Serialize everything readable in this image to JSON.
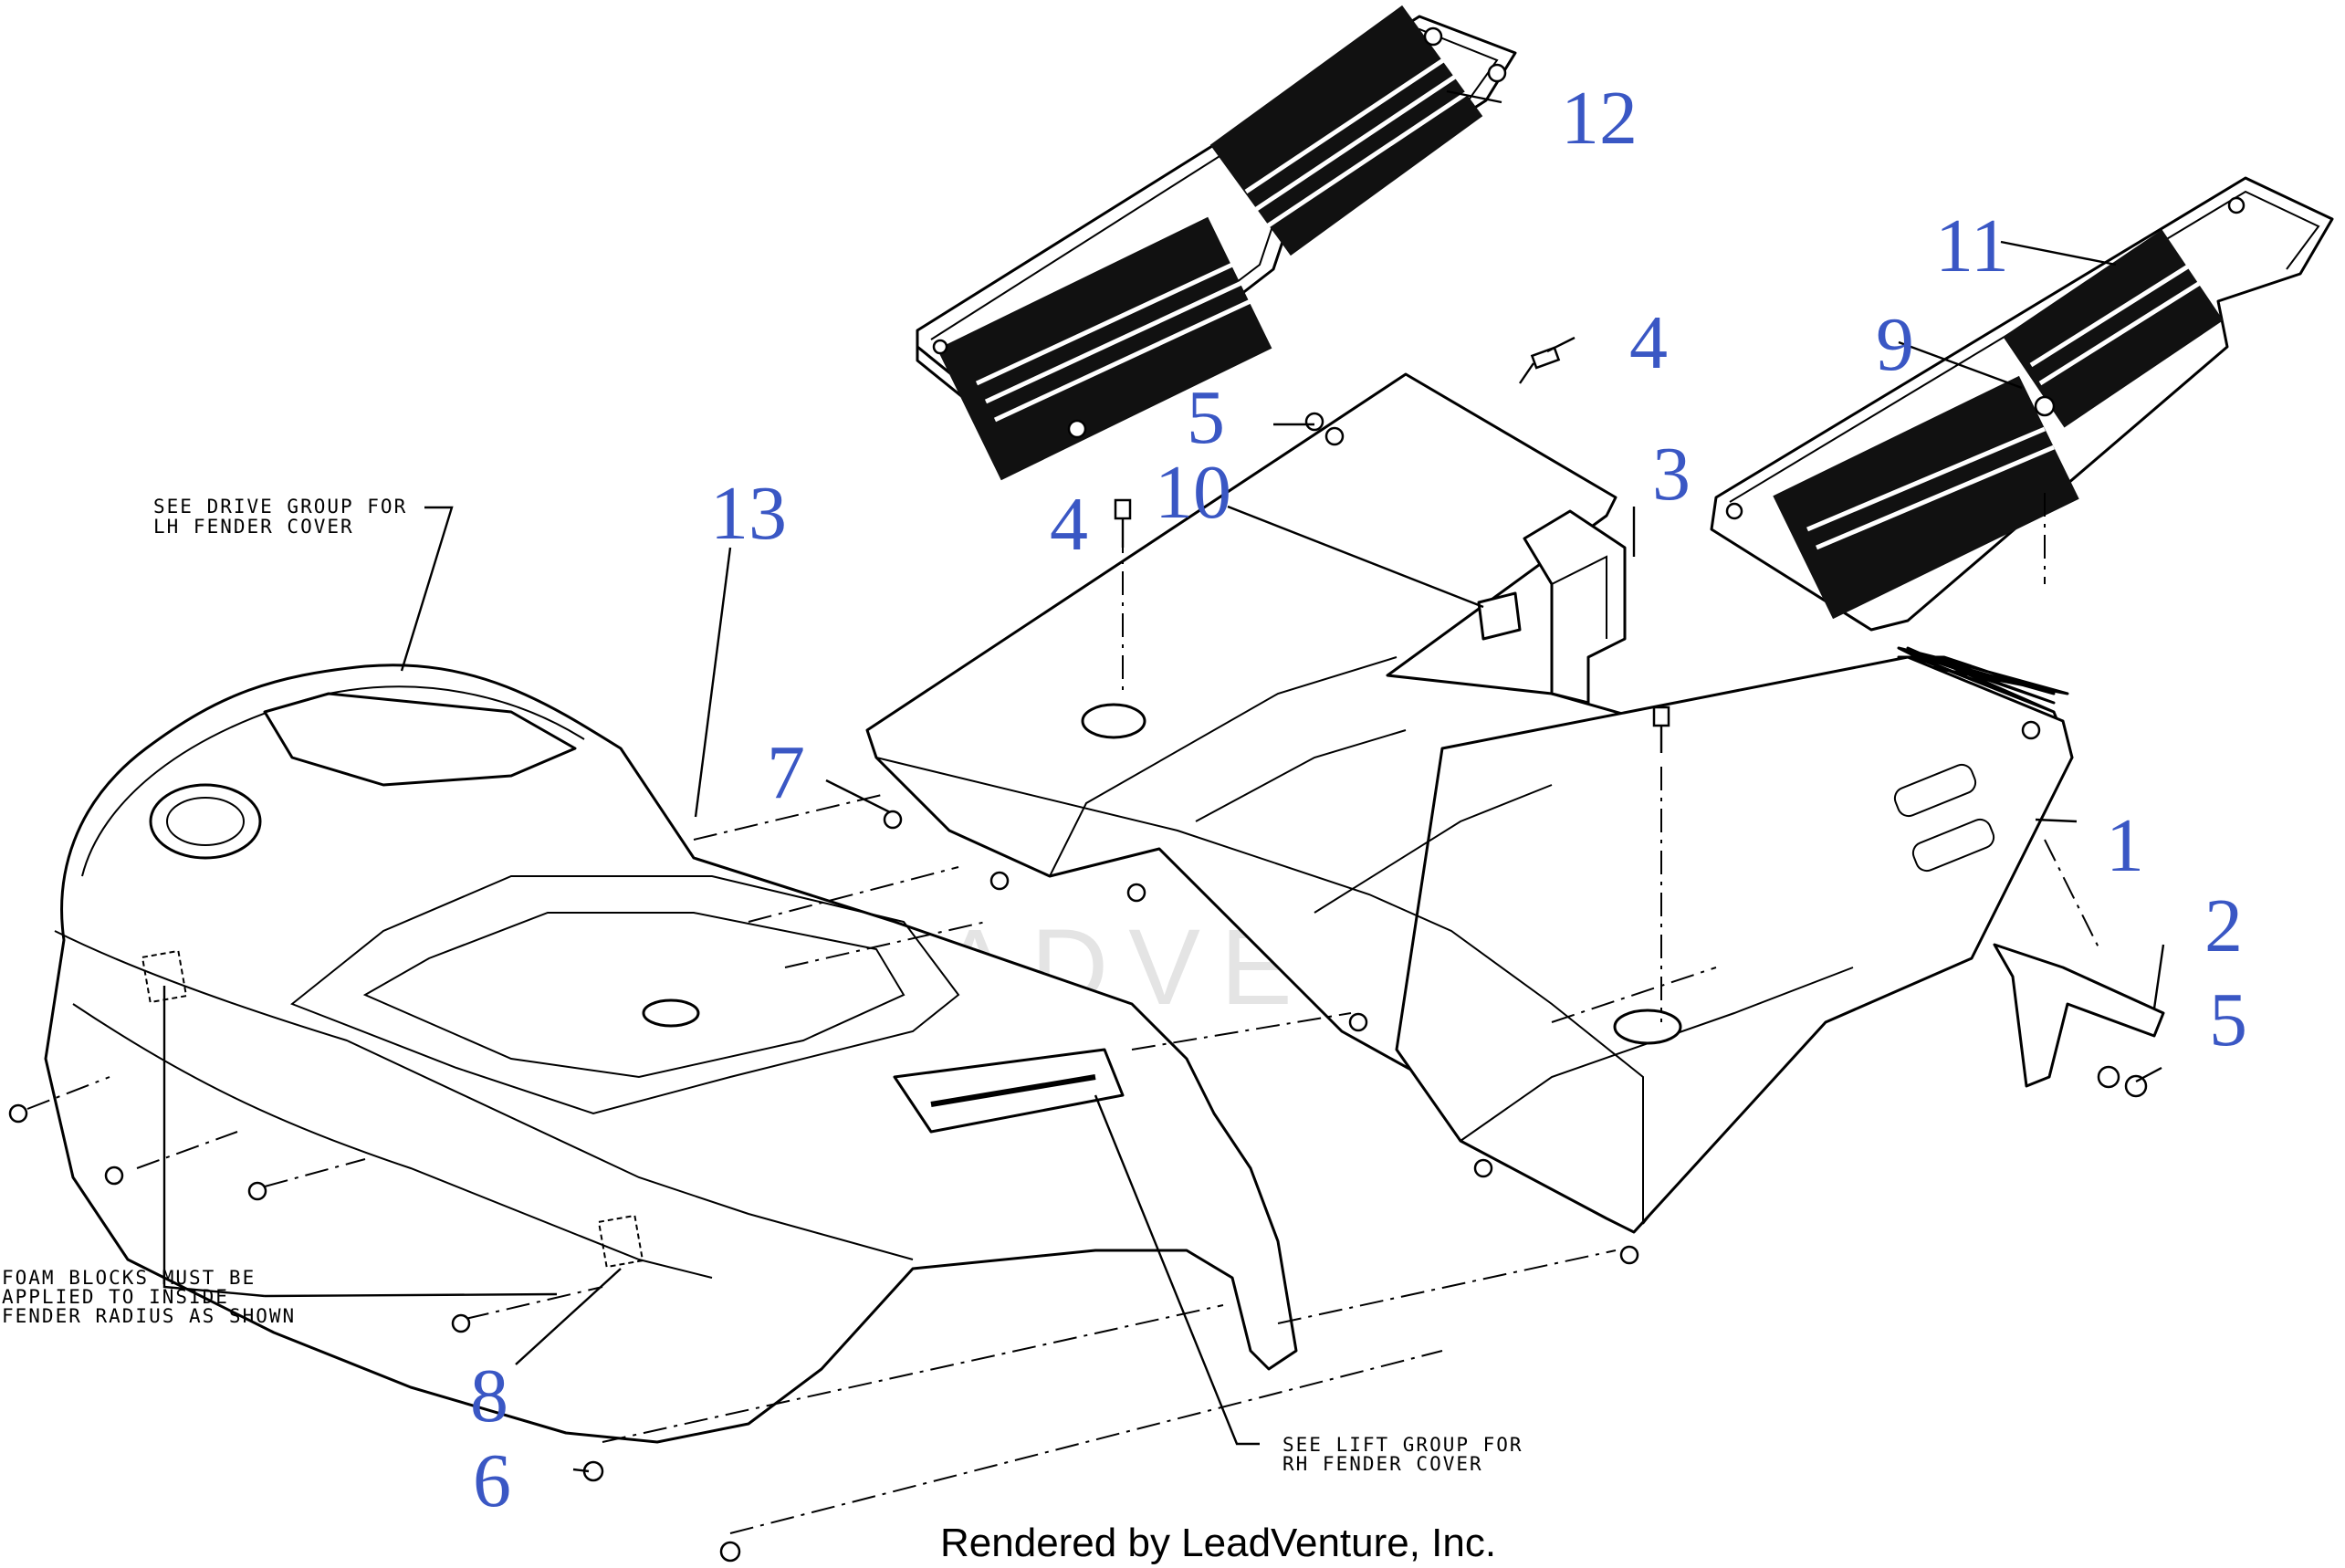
{
  "callouts": {
    "c1": "1",
    "c2": "2",
    "c3": "3",
    "c4a": "4",
    "c4b": "4",
    "c5a": "5",
    "c5b": "5",
    "c6": "6",
    "c7": "7",
    "c8": "8",
    "c9": "9",
    "c10": "10",
    "c11": "11",
    "c12": "12",
    "c13": "13"
  },
  "notes": {
    "lh_fender": [
      "SEE DRIVE GROUP FOR",
      "LH FENDER COVER"
    ],
    "foam_blocks": [
      "FOAM BLOCKS MUST BE",
      "APPLIED TO INSIDE",
      "FENDER RADIUS AS SHOWN"
    ],
    "rh_fender": [
      "SEE LIFT GROUP FOR",
      "RH FENDER COVER"
    ]
  },
  "footer": "Rendered by LeadVenture, Inc.",
  "watermark": "LEADVENTURE",
  "colors": {
    "callout": "#3a57c4",
    "line": "#000000",
    "watermark": "#e4e4e4"
  }
}
